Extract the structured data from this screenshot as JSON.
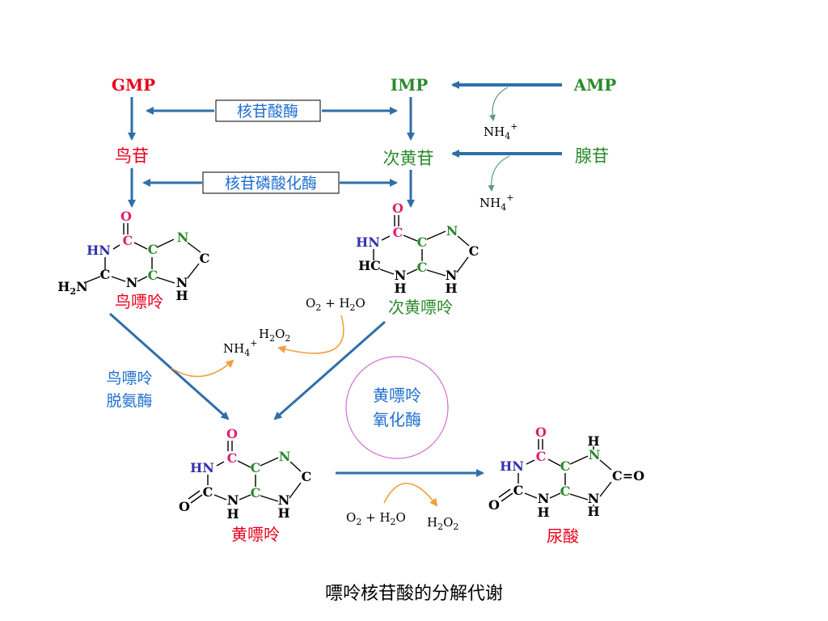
{
  "caption": "嘌呤核苷酸的分解代谢",
  "colors": {
    "red": "#e8001c",
    "green": "#2a8a2a",
    "blue_arrow": "#2f6fa8",
    "blue_text": "#1f6fd0",
    "magenta": "#e0206e",
    "indigo": "#3333aa",
    "orange": "#f0a040",
    "teal": "#5a9a80",
    "circle": "#d070d0"
  },
  "nodes": {
    "gmp": "GMP",
    "imp": "IMP",
    "amp": "AMP",
    "guanosine": "鸟苷",
    "inosine": "次黄苷",
    "adenosine": "腺苷",
    "guanine": "鸟嘌呤",
    "hypoxanthine": "次黄嘌呤",
    "xanthine": "黄嘌呤",
    "uric_acid": "尿酸"
  },
  "enzymes": {
    "nucleotidase": "核苷酸酶",
    "phosphorylase": "核苷磷酸化酶",
    "guanine_deaminase": [
      "鸟嘌呤",
      "脱氨酶"
    ],
    "xanthine_oxidase": [
      "黄嘌呤",
      "氧化酶"
    ]
  },
  "side": {
    "nh4_1": "NH4+",
    "nh4_2": "NH4+",
    "nh4_3": "NH4+",
    "o2h2o_1": "O2 + H2O",
    "h2o2_1": "H2O2",
    "o2h2o_2": "O2 + H2O",
    "h2o2_2": "H2O2"
  },
  "atoms": {
    "O": "O",
    "C": "C",
    "N": "N",
    "H": "H",
    "HN": "HN",
    "HC": "HC",
    "H2N": "H2N",
    "CO": "C=O"
  }
}
